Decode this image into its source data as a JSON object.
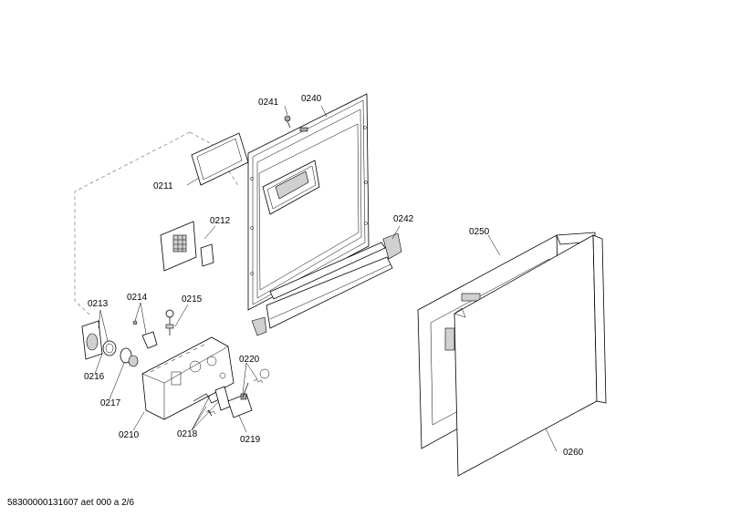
{
  "labels": {
    "p0211": "0211",
    "p0212": "0212",
    "p0213": "0213",
    "p0214": "0214",
    "p0215": "0215",
    "p0216": "0216",
    "p0217": "0217",
    "p0210": "0210",
    "p0218": "0218",
    "p0219": "0219",
    "p0220": "0220",
    "p0241": "0241",
    "p0240": "0240",
    "p0242": "0242",
    "p0250": "0250",
    "p0260": "0260"
  },
  "footer": "58300000131607 aet 000 a 2/6"
}
